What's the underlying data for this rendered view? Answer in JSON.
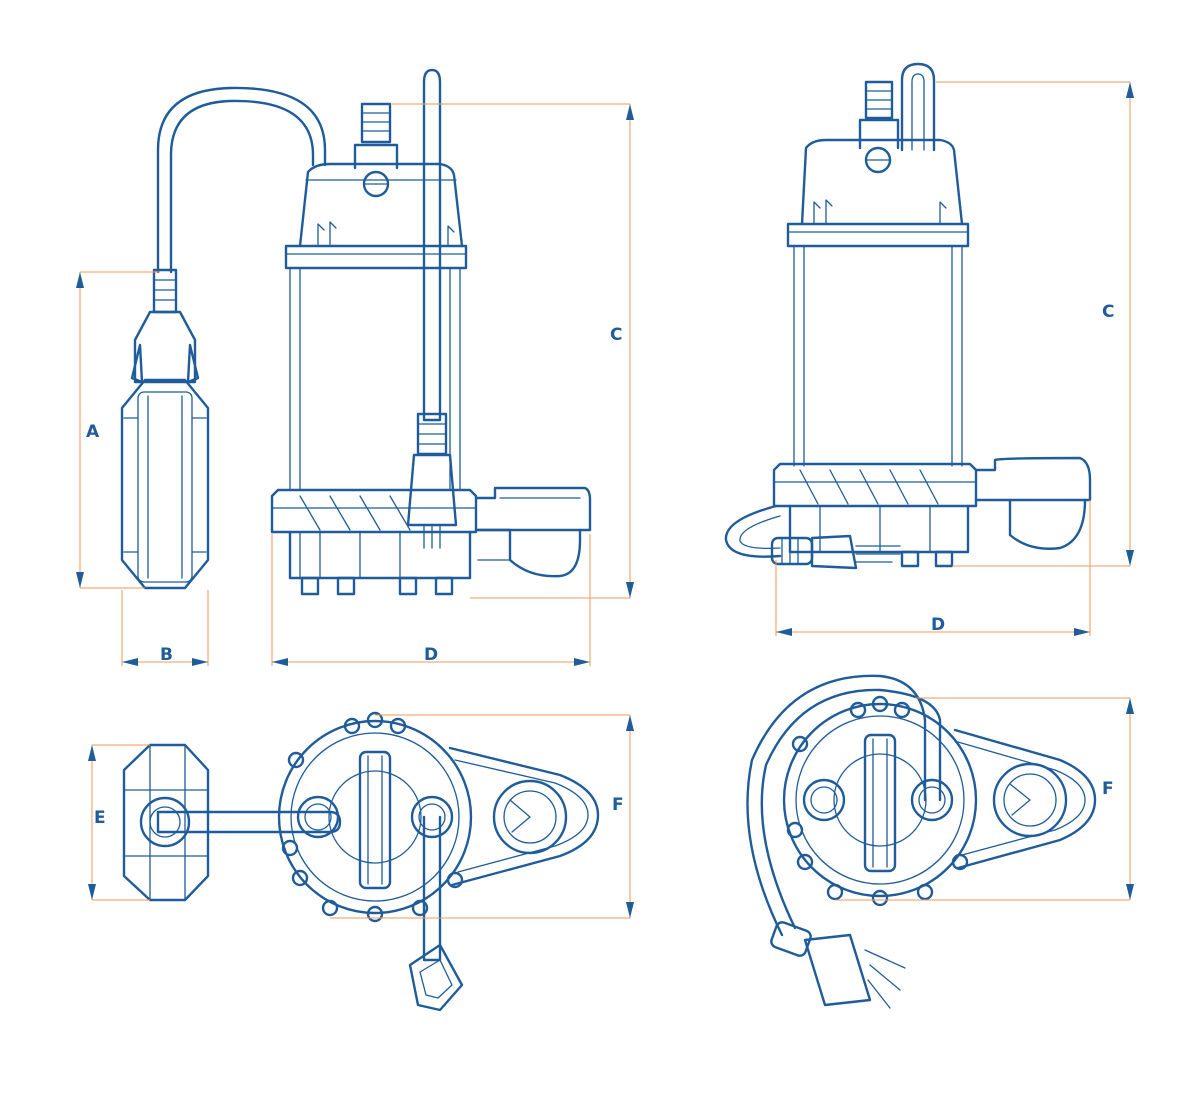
{
  "diagram": {
    "dimension_labels": {
      "a": "A",
      "b": "B",
      "c_front": "C",
      "d_front": "D",
      "c_side": "C",
      "d_side": "D",
      "e": "E",
      "f_top_left": "F",
      "f_top_right": "F"
    },
    "colors": {
      "line": "#1f5c99",
      "dimension": "#f29a55",
      "background": "#ffffff"
    },
    "views": [
      "float-front-view",
      "pump-front-view",
      "pump-side-view",
      "float-top-view",
      "pump-top-view-left",
      "pump-top-view-right"
    ]
  }
}
